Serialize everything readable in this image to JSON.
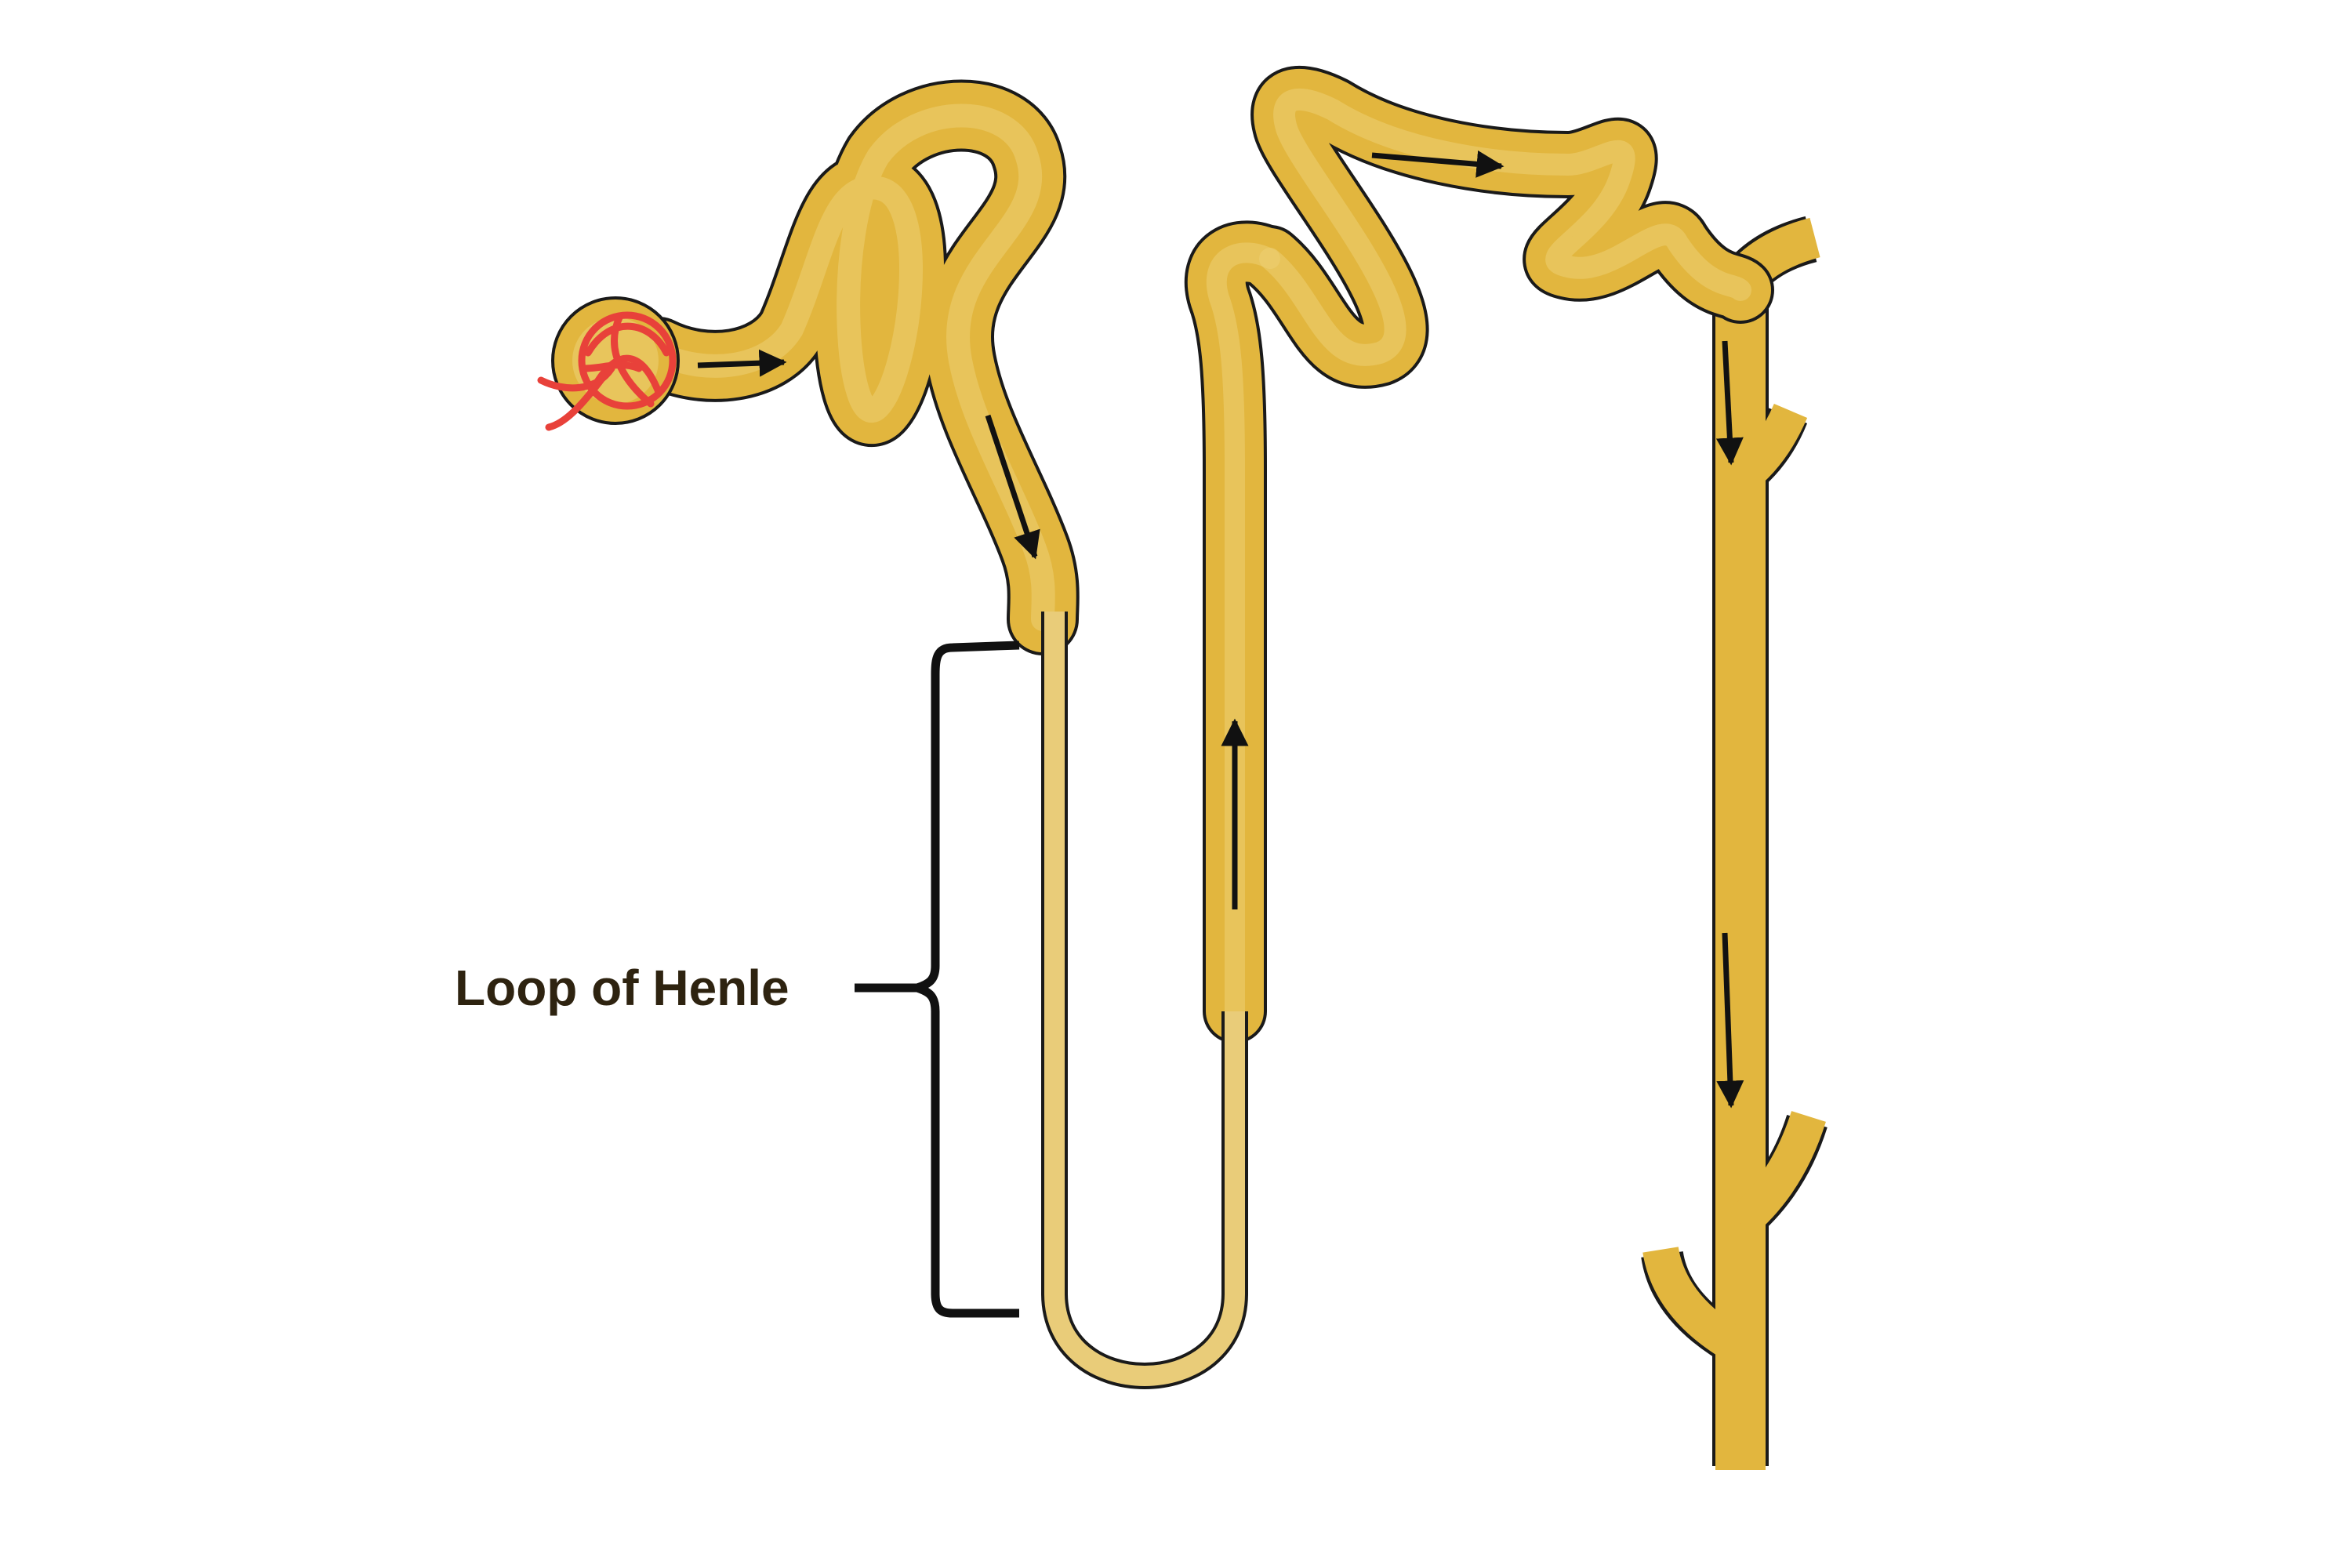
{
  "annotation": {
    "label": "Loop of Henle"
  },
  "colors": {
    "tubule_fill": "#E2B63E",
    "tubule_highlight": "#EDCF72",
    "thin_limb_fill": "#E9CC79",
    "outline": "#1a1a1a",
    "capillary": "#E8413A",
    "label_text": "#2E2310",
    "bracket": "#111111",
    "arrow": "#111111"
  },
  "structures": [
    {
      "id": "glomerulus",
      "icon": "glomerulus-capillary-tuft"
    },
    {
      "id": "proximal-convoluted-tubule"
    },
    {
      "id": "loop-of-henle"
    },
    {
      "id": "distal-convoluted-tubule"
    },
    {
      "id": "collecting-duct"
    }
  ]
}
